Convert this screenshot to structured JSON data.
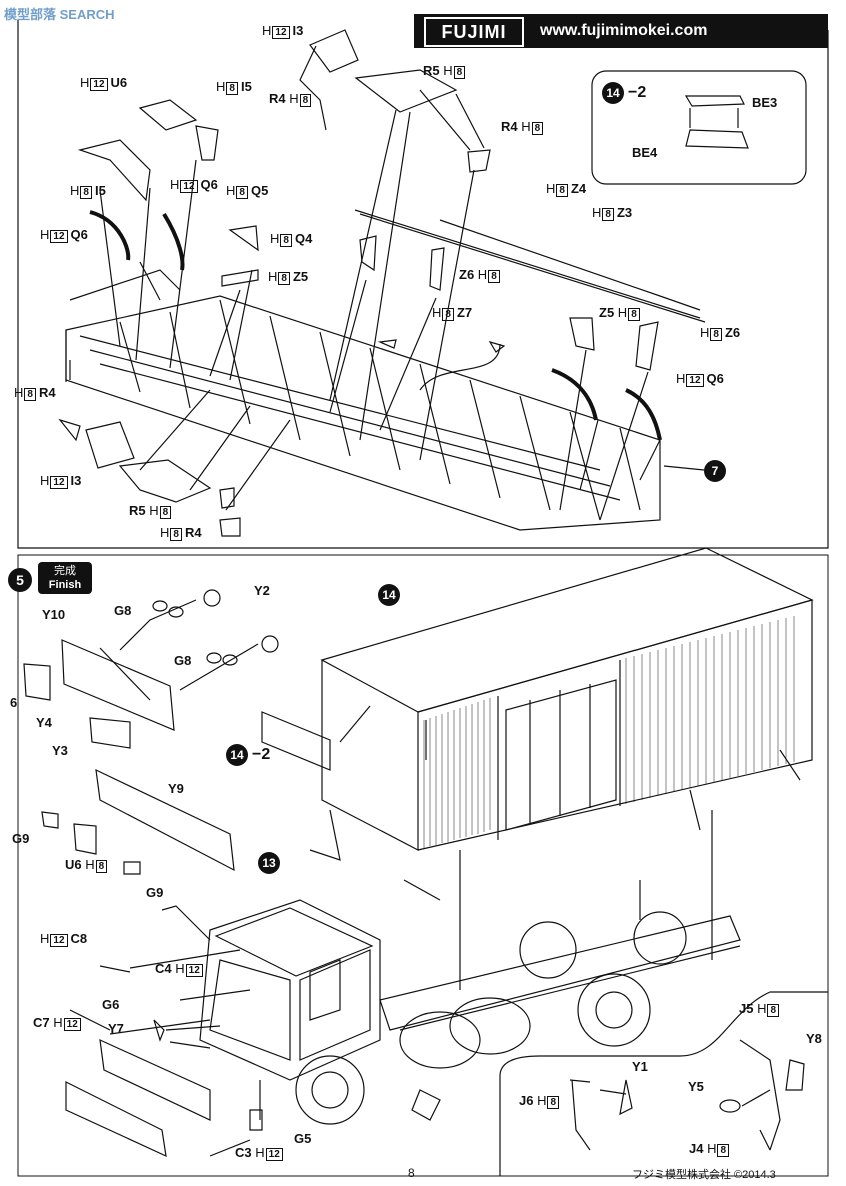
{
  "watermark": "模型部落 SEARCH",
  "brand": {
    "logo": "FUJIMI",
    "url": "www.fujimimokei.com"
  },
  "sub_step": {
    "number": "14",
    "suffix": "−2",
    "parts": [
      "BE3",
      "BE4"
    ]
  },
  "callout_7": "7",
  "upper_labels": [
    {
      "key": "i3top",
      "sprue": "H",
      "num": "12",
      "part": "I3"
    },
    {
      "key": "r5top",
      "part": "R5",
      "sprue": "H",
      "num": "8"
    },
    {
      "key": "r4left",
      "part": "R4",
      "sprue": "H",
      "num": "8"
    },
    {
      "key": "r4right",
      "part": "R4",
      "sprue": "H",
      "num": "8"
    },
    {
      "key": "u6",
      "sprue": "H",
      "num": "12",
      "part": "U6"
    },
    {
      "key": "i5a",
      "sprue": "H",
      "num": "8",
      "part": "I5"
    },
    {
      "key": "i5b",
      "sprue": "H",
      "num": "8",
      "part": "I5"
    },
    {
      "key": "q6a",
      "sprue": "H",
      "num": "12",
      "part": "Q6"
    },
    {
      "key": "q6b",
      "sprue": "H",
      "num": "12",
      "part": "Q6"
    },
    {
      "key": "q5",
      "sprue": "H",
      "num": "8",
      "part": "Q5"
    },
    {
      "key": "q4",
      "sprue": "H",
      "num": "8",
      "part": "Q4"
    },
    {
      "key": "z5a",
      "sprue": "H",
      "num": "8",
      "part": "Z5"
    },
    {
      "key": "z4",
      "sprue": "H",
      "num": "8",
      "part": "Z4"
    },
    {
      "key": "z3",
      "sprue": "H",
      "num": "8",
      "part": "Z3"
    },
    {
      "key": "z6a",
      "part": "Z6",
      "sprue": "H",
      "num": "8"
    },
    {
      "key": "z7",
      "sprue": "H",
      "num": "8",
      "part": "Z7"
    },
    {
      "key": "z5b",
      "part": "Z5",
      "sprue": "H",
      "num": "8"
    },
    {
      "key": "z6b",
      "sprue": "H",
      "num": "8",
      "part": "Z6"
    },
    {
      "key": "q6c",
      "sprue": "H",
      "num": "12",
      "part": "Q6"
    },
    {
      "key": "r4lower",
      "sprue": "H",
      "num": "8",
      "part": "R4"
    },
    {
      "key": "i3lower",
      "sprue": "H",
      "num": "12",
      "part": "I3"
    },
    {
      "key": "r5lower",
      "part": "R5",
      "sprue": "H",
      "num": "8"
    },
    {
      "key": "r4bottom",
      "sprue": "H",
      "num": "8",
      "part": "R4"
    }
  ],
  "step5": {
    "number": "5",
    "badge_jp": "完成",
    "badge_en": "Finish"
  },
  "callout_14": "14",
  "callout_14_2": {
    "number": "14",
    "suffix": "−2"
  },
  "callout_13": "13",
  "lower_labels": [
    {
      "key": "y10",
      "part": "Y10"
    },
    {
      "key": "g8a",
      "part": "G8"
    },
    {
      "key": "y2",
      "part": "Y2"
    },
    {
      "key": "g8b",
      "part": "G8"
    },
    {
      "key": "p6",
      "part": "6"
    },
    {
      "key": "y4",
      "part": "Y4"
    },
    {
      "key": "y3",
      "part": "Y3"
    },
    {
      "key": "y9",
      "part": "Y9"
    },
    {
      "key": "g9a",
      "part": "G9"
    },
    {
      "key": "u6b",
      "part": "U6"
    },
    {
      "key": "g9b",
      "part": "G9"
    },
    {
      "key": "c8",
      "sprue": "H",
      "num": "12",
      "part": "C8"
    },
    {
      "key": "c4",
      "part": "C4"
    },
    {
      "key": "c7",
      "part": "C7"
    },
    {
      "key": "g6",
      "part": "G6"
    },
    {
      "key": "y7",
      "part": "Y7"
    },
    {
      "key": "c3",
      "part": "C3"
    },
    {
      "key": "g5",
      "part": "G5"
    },
    {
      "key": "y1",
      "part": "Y1"
    },
    {
      "key": "j6",
      "part": "J6"
    },
    {
      "key": "y5",
      "part": "Y5"
    },
    {
      "key": "j5",
      "part": "J5"
    },
    {
      "key": "y8",
      "part": "Y8"
    },
    {
      "key": "j4",
      "part": "J4"
    }
  ],
  "sprue_tags": {
    "h8": "8",
    "h12": "12",
    "h": "H"
  },
  "footer": {
    "page": "8",
    "company": "フジミ模型株式会社 ©2014.3"
  }
}
